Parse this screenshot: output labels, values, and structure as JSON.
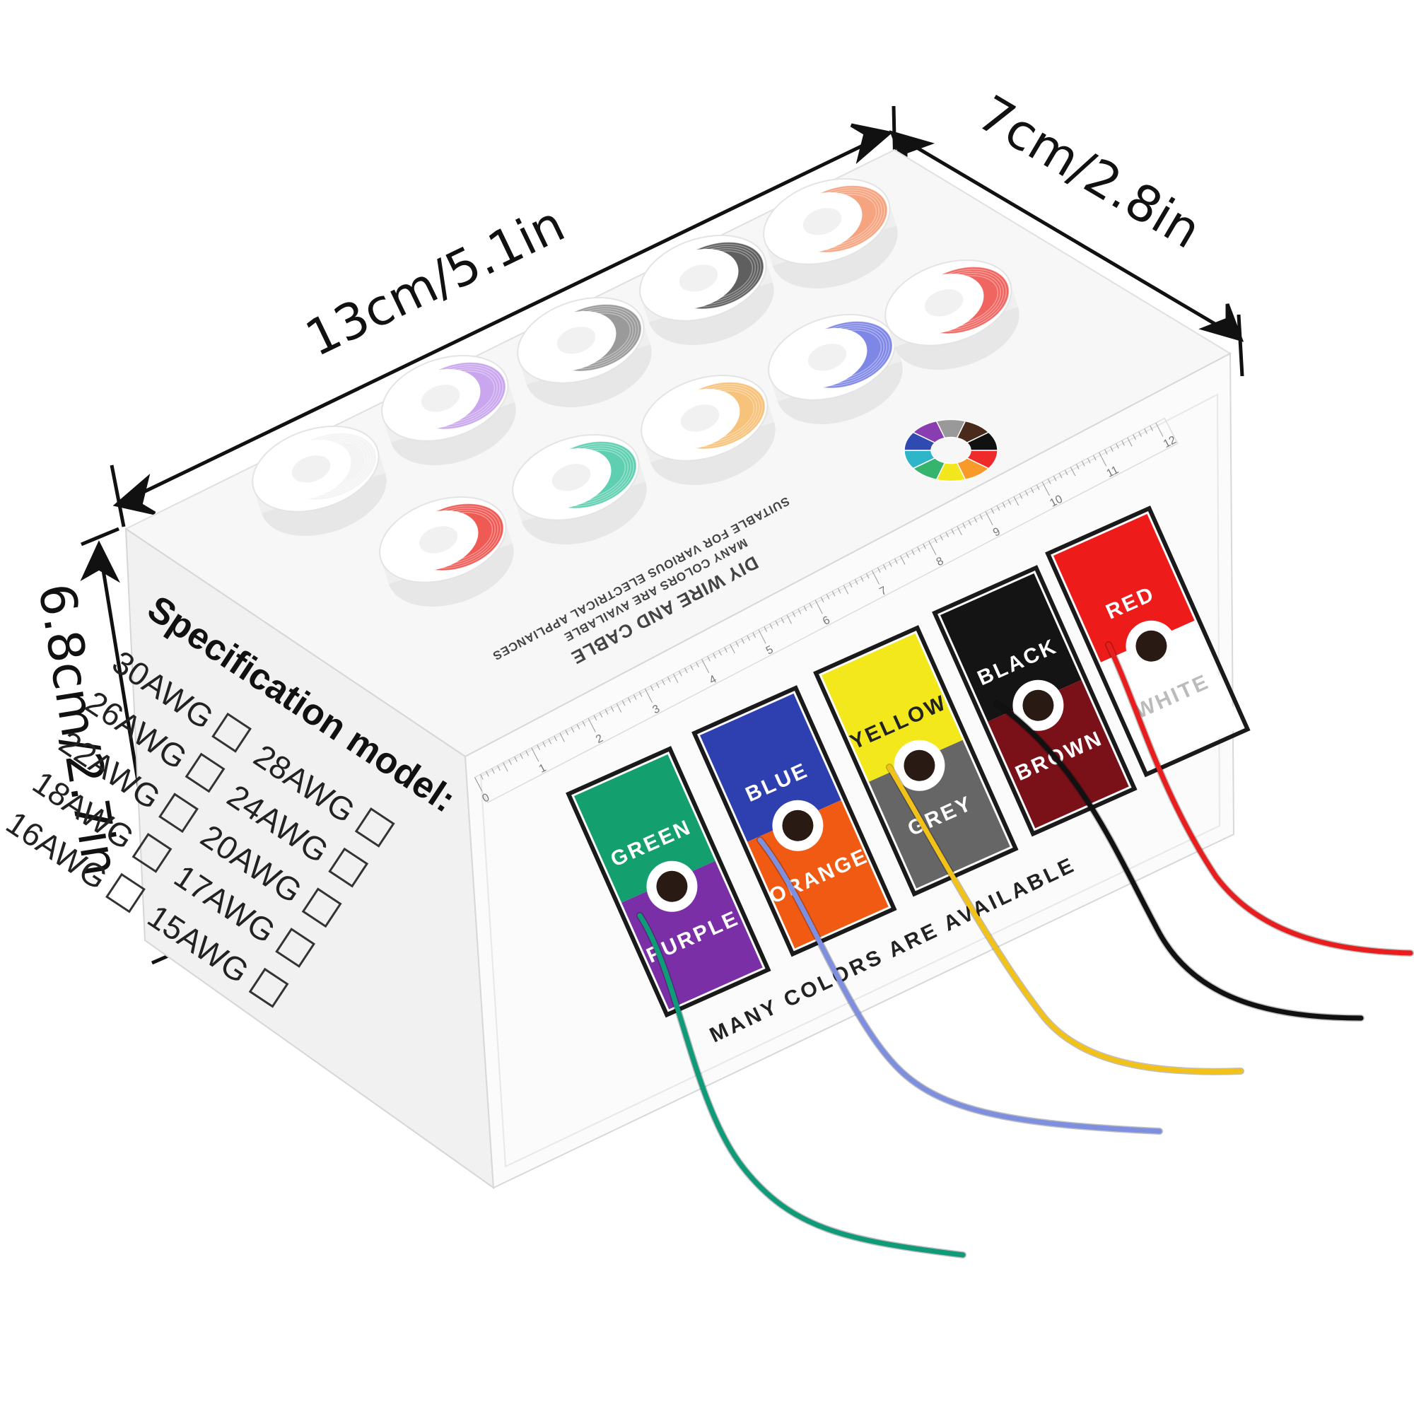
{
  "dimensions": {
    "length": "13cm/5.1in",
    "width": "7cm/2.8in",
    "height": "6.8cm/2.7in"
  },
  "box_top": {
    "line1": "DIY WIRE AND CABLE",
    "line2": "MANY COLORS ARE AVAILABLE",
    "line3": "SUITABLE FOR VARIOUS ELECTRICAL APPLIANCES"
  },
  "spec_panel": {
    "title": "Specification model:",
    "left_col": [
      "30AWG",
      "26AWG",
      "22AWG",
      "18AWG",
      "16AWG"
    ],
    "right_col": [
      "28AWG",
      "24AWG",
      "20AWG",
      "17AWG",
      "15AWG"
    ]
  },
  "front": {
    "bottom_text": "MANY COLORS ARE AVAILABLE",
    "ruler_numbers": [
      "0",
      "1",
      "2",
      "3",
      "4",
      "5",
      "6",
      "7",
      "8",
      "9",
      "10",
      "11",
      "12"
    ],
    "panels": [
      {
        "top": "GREEN",
        "bottom": "PURPLE",
        "top_color": "#14a06e",
        "bottom_color": "#7a2fa6",
        "wire_color": "#0f9a78"
      },
      {
        "top": "BLUE",
        "bottom": "ORANGE",
        "top_color": "#2e3fb0",
        "bottom_color": "#f05a13",
        "wire_color": "#7e8fe0"
      },
      {
        "top": "YELLOW",
        "bottom": "GREY",
        "top_color": "#f2e81c",
        "bottom_color": "#666666",
        "wire_color": "#f2c218"
      },
      {
        "top": "BLACK",
        "bottom": "BROWN",
        "top_color": "#141414",
        "bottom_color": "#7a1018",
        "wire_color": "#111111"
      },
      {
        "top": "RED",
        "bottom": "WHITE",
        "top_color": "#ee1b1b",
        "bottom_color": "#ffffff",
        "wire_color": "#e81e1e"
      }
    ]
  },
  "spool_colors": [
    "#f4f4f4",
    "#ef5a55",
    "#c9a6ee",
    "#5fcfb1",
    "#9a9a9a",
    "#f7c27a",
    "#5f5f5f",
    "#7f87e6",
    "#f6a37f",
    "#f06560"
  ]
}
